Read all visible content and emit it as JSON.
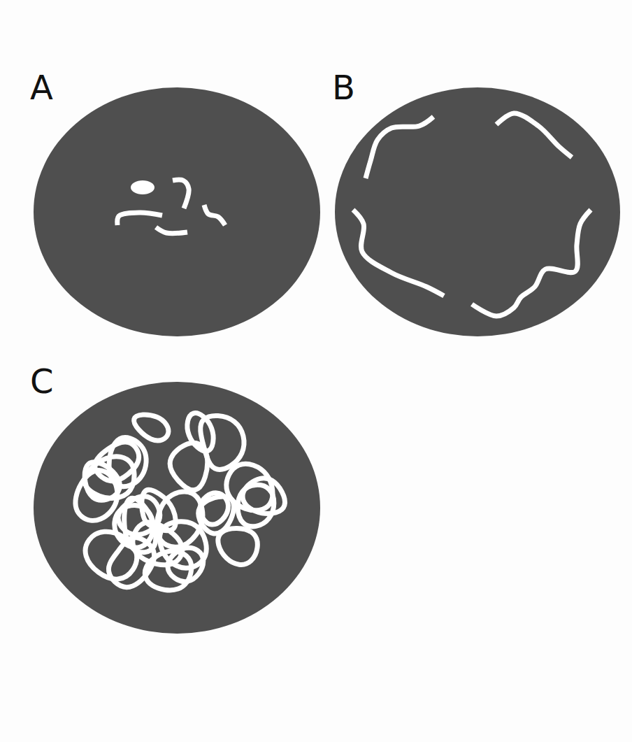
{
  "diagram": {
    "nodes": [
      {
        "text": [
          "A"
        ]
      },
      {
        "text": [
          "B"
        ]
      },
      {
        "text": [
          "C"
        ]
      }
    ],
    "edges": []
  }
}
